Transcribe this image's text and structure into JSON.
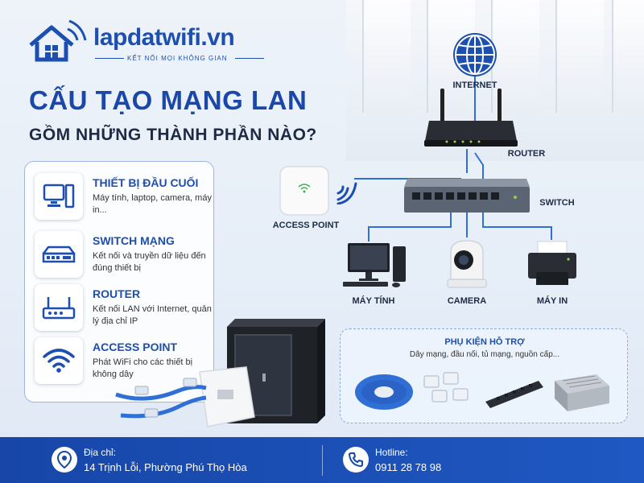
{
  "brand": {
    "name": "lapdatwifi.vn",
    "tagline": "KẾT NỐI MỌI KHÔNG GIAN"
  },
  "heading": {
    "line1": "CẤU TẠO MẠNG LAN",
    "line2": "GỒM NHỮNG THÀNH PHẦN NÀO?"
  },
  "components": [
    {
      "title": "THIẾT BỊ ĐẦU CUỐI",
      "desc": "Máy tính, laptop, camera, máy in...",
      "icon": "computer-icon"
    },
    {
      "title": "SWITCH MẠNG",
      "desc": "Kết nối và truyền dữ liệu đến đúng thiết bị",
      "icon": "switch-icon"
    },
    {
      "title": "ROUTER",
      "desc": "Kết nối LAN với Internet, quản lý địa chỉ IP",
      "icon": "router-icon"
    },
    {
      "title": "ACCESS POINT",
      "desc": "Phát WiFi cho các thiết bị không dây",
      "icon": "wifi-icon"
    }
  ],
  "diagram": {
    "internet": "INTERNET",
    "router": "ROUTER",
    "switch": "SWITCH",
    "access_point": "ACCESS POINT",
    "computer": "MÁY TÍNH",
    "camera": "CAMERA",
    "printer": "MÁY IN"
  },
  "accessories": {
    "title": "PHỤ KIỆN HỖ TRỢ",
    "desc": "Dây mạng, đầu nối, tủ mạng, nguồn cấp..."
  },
  "footer": {
    "address_label": "Địa chỉ:",
    "address": "14 Trịnh Lỗi, Phường Phú Thọ Hòa",
    "hotline_label": "Hotline:",
    "hotline": "0911 28 78 98"
  },
  "colors": {
    "primary": "#1c4fb0",
    "cable": "#2f6fd6",
    "footer": "#1746a8"
  }
}
